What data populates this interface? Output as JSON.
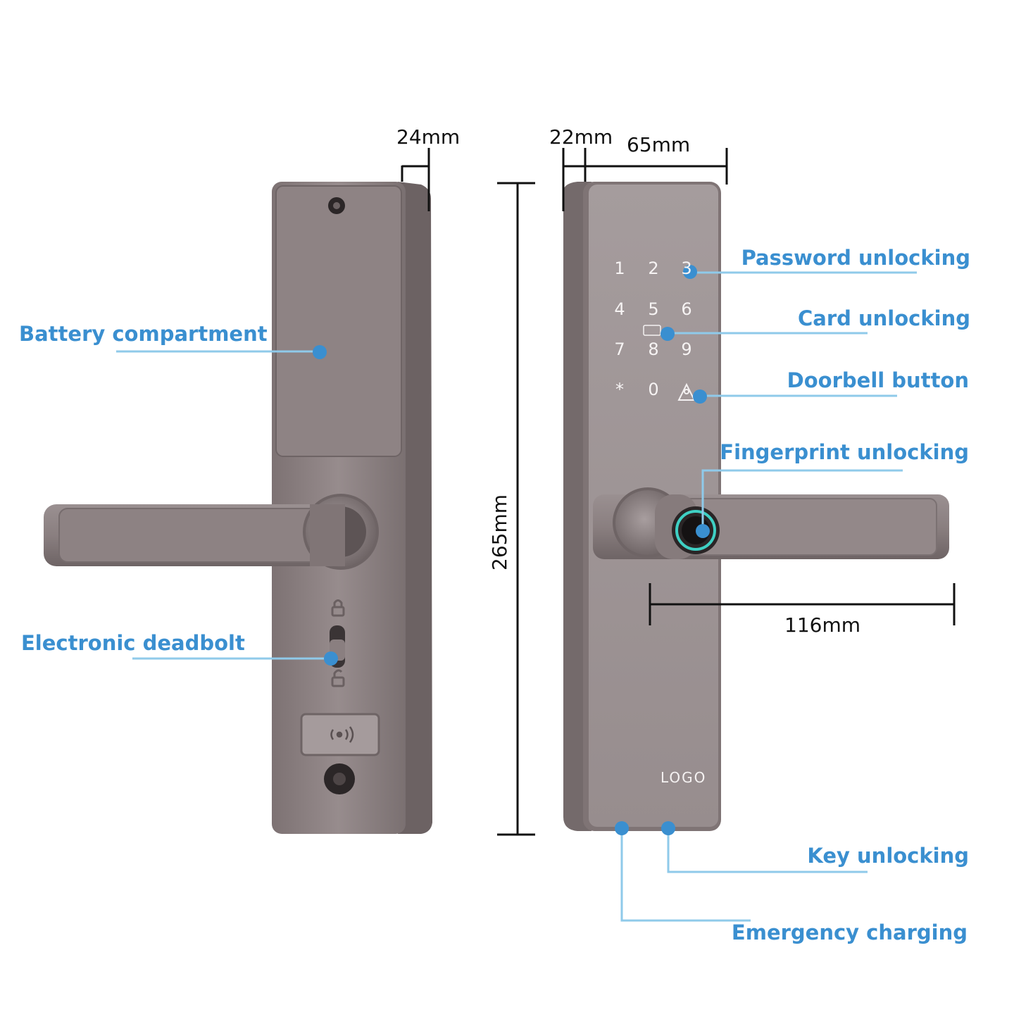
{
  "dimensions": {
    "depth_back": "24mm",
    "depth_front": "22mm",
    "width": "65mm",
    "height": "265mm",
    "handle_length": "116mm"
  },
  "callouts": {
    "battery": "Battery compartment",
    "deadbolt": "Electronic deadbolt",
    "password": "Password unlocking",
    "card": "Card unlocking",
    "doorbell": "Doorbell button",
    "fingerprint": "Fingerprint unlocking",
    "key": "Key unlocking",
    "emergency": "Emergency charging"
  },
  "keypad": {
    "keys": [
      "1",
      "2",
      "3",
      "4",
      "5",
      "6",
      "7",
      "8",
      "9",
      "*",
      "0"
    ]
  },
  "panel": {
    "logo": "LOGO"
  },
  "colors": {
    "accent": "#3a8fd0",
    "leader": "#8fcaea",
    "lock_body": "#8d8283",
    "lock_edge": "#6f6566",
    "fingerprint_ring": "#3fd0c4"
  },
  "icons": [
    "camera-lens-icon",
    "padlock-locked-icon",
    "padlock-unlocked-icon",
    "nfc-icon",
    "key-hole-icon",
    "doorbell-icon",
    "card-icon"
  ]
}
